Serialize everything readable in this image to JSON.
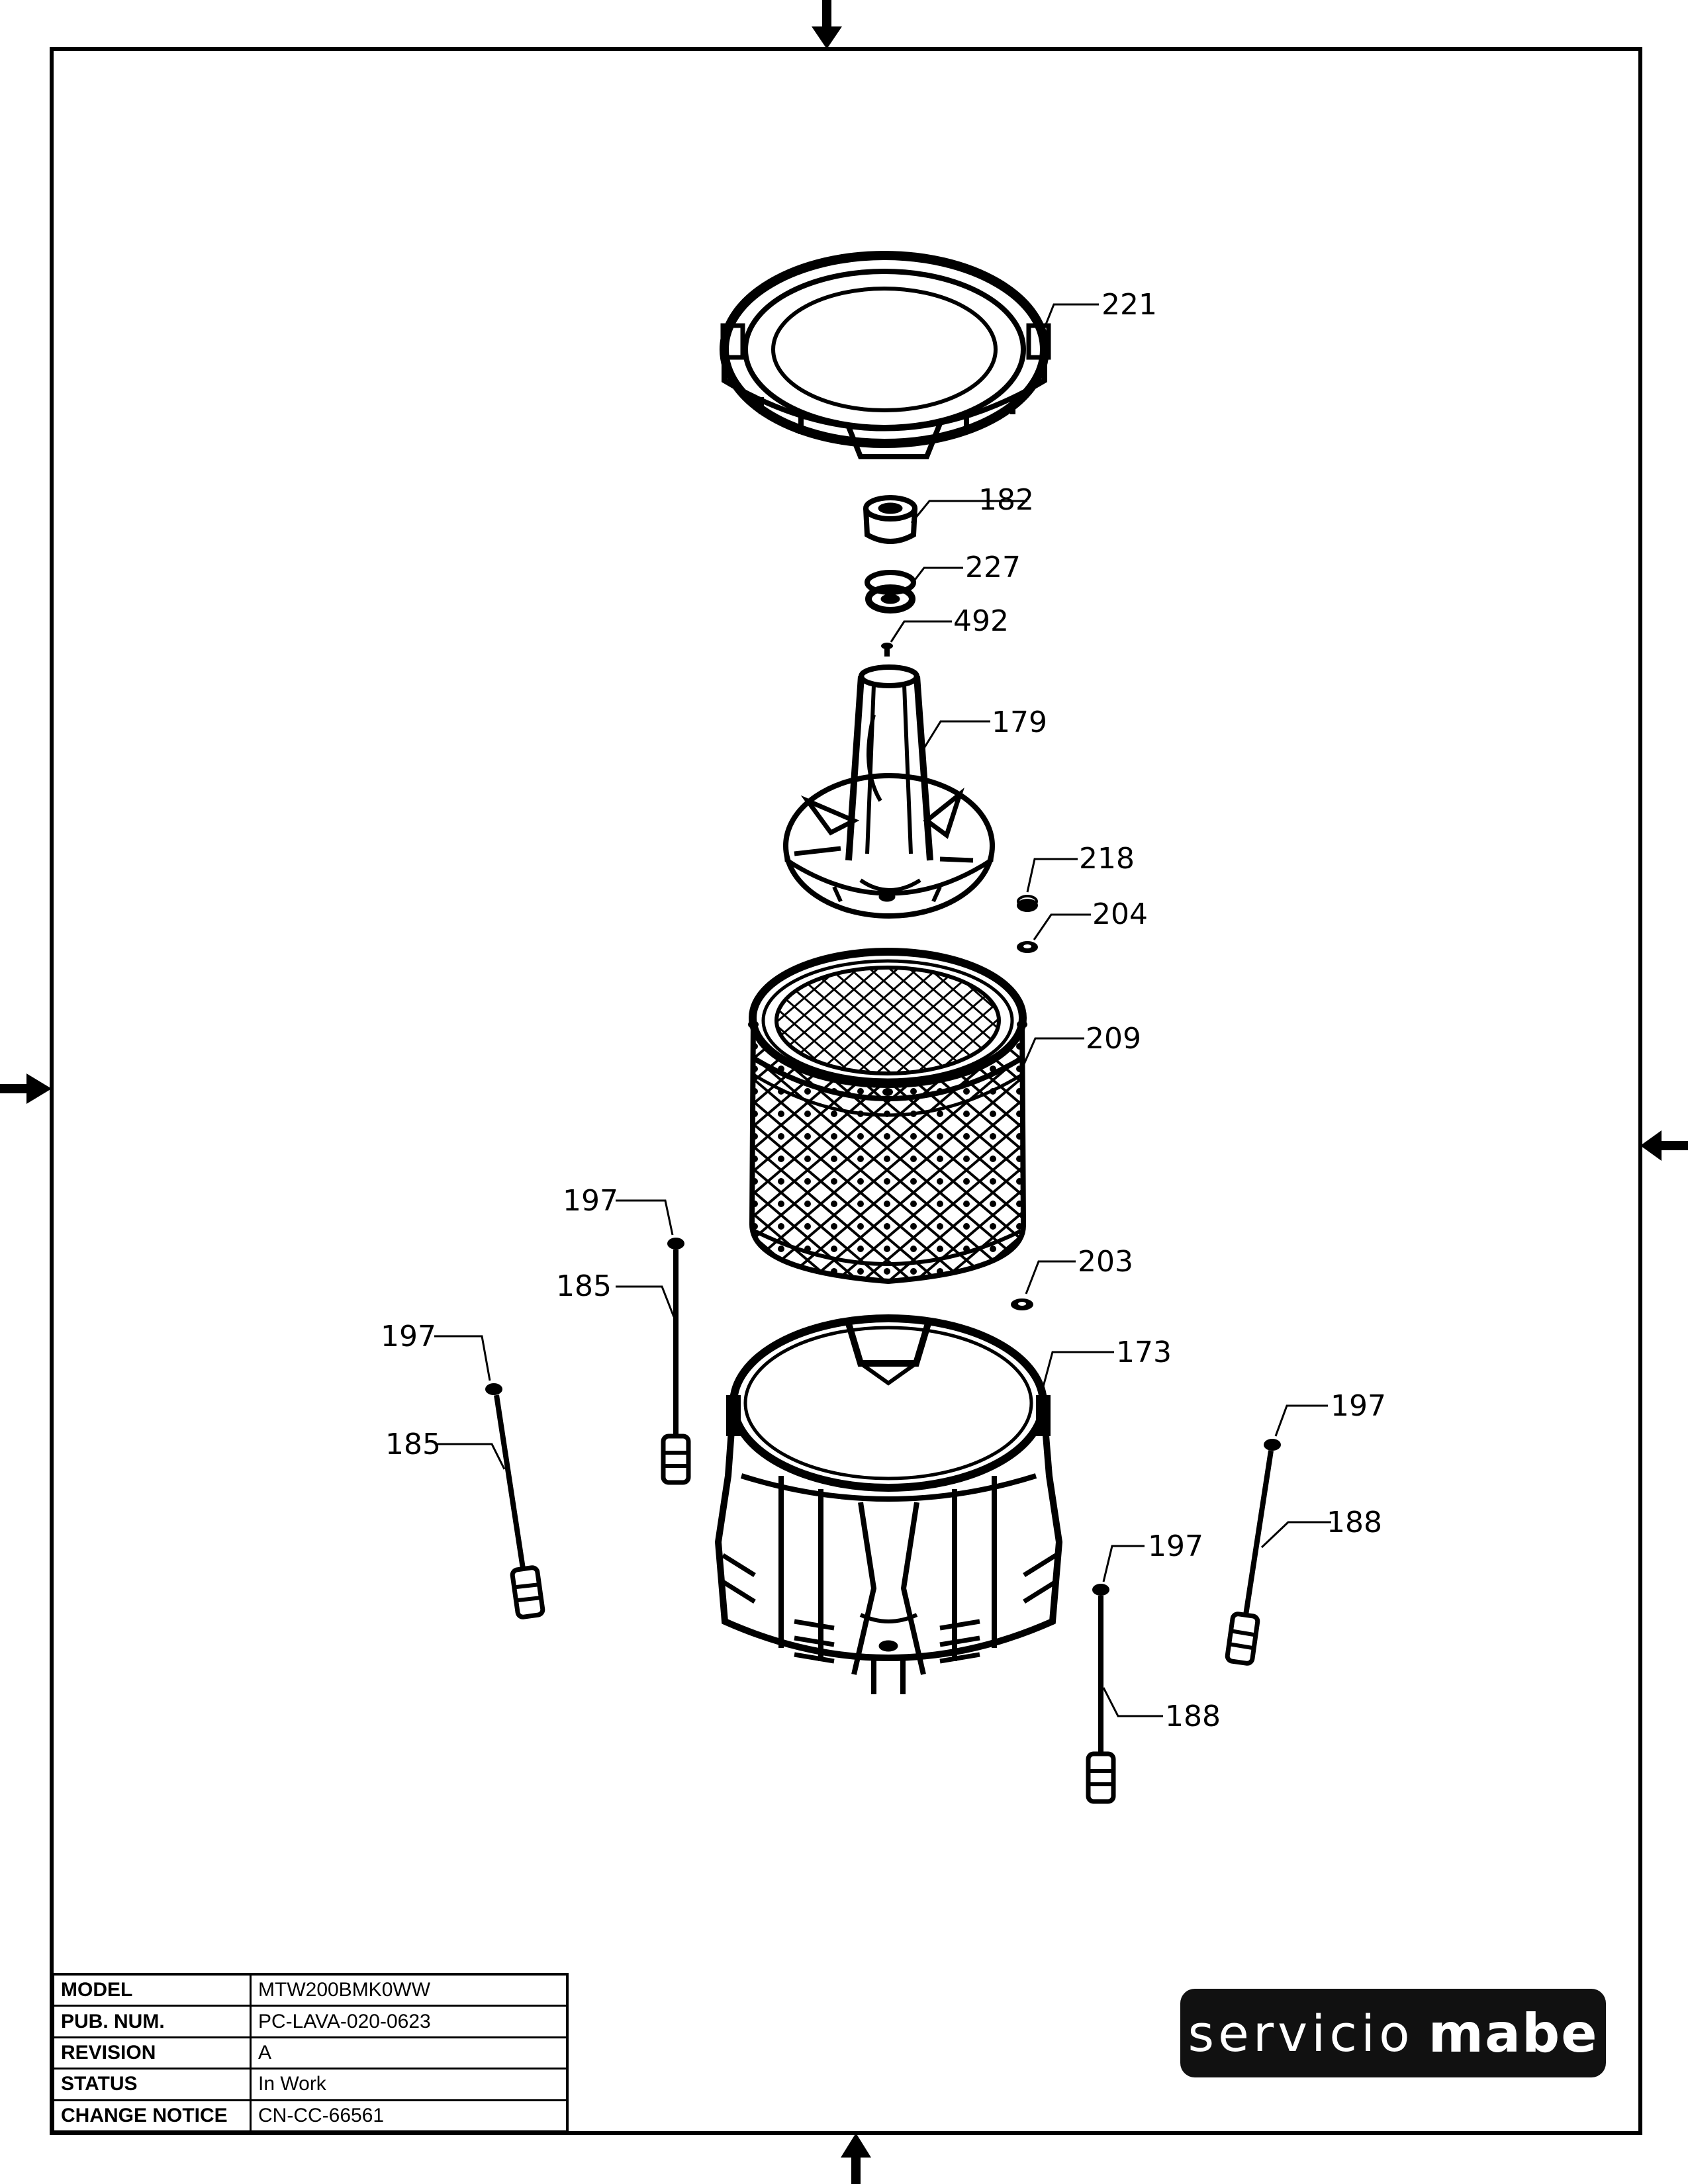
{
  "diagram": {
    "callouts": {
      "p221": "221",
      "p182": "182",
      "p227": "227",
      "p492": "492",
      "p179": "179",
      "p218": "218",
      "p204": "204",
      "p209": "209",
      "p203": "203",
      "p173": "173",
      "p197a": "197",
      "p185a": "185",
      "p197b": "197",
      "p185b": "185",
      "p197c": "197",
      "p188a": "188",
      "p197d": "197",
      "p188b": "188"
    }
  },
  "title_block": {
    "rows": [
      {
        "label": "MODEL",
        "value": "MTW200BMK0WW"
      },
      {
        "label": "PUB. NUM.",
        "value": "PC-LAVA-020-0623"
      },
      {
        "label": "REVISION",
        "value": "A"
      },
      {
        "label": "STATUS",
        "value": "In Work"
      },
      {
        "label": "CHANGE NOTICE",
        "value": "CN-CC-66561"
      }
    ]
  },
  "logo": {
    "word1": "servicio",
    "word2": "mabe"
  },
  "colors": {
    "ink": "#000000",
    "paper": "#ffffff",
    "logo_bg": "#111111"
  }
}
